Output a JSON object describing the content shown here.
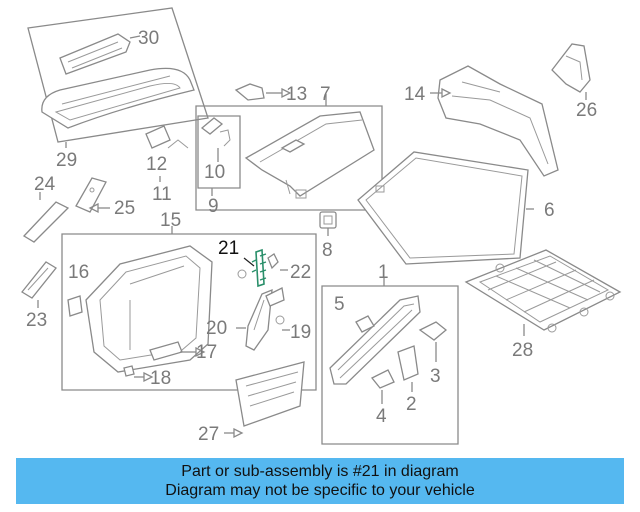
{
  "callouts": {
    "c1": "1",
    "c2": "2",
    "c3": "3",
    "c4": "4",
    "c5": "5",
    "c6": "6",
    "c7": "7",
    "c8": "8",
    "c9": "9",
    "c10": "10",
    "c11": "11",
    "c12": "12",
    "c13": "13",
    "c14": "14",
    "c15": "15",
    "c16": "16",
    "c17": "17",
    "c18": "18",
    "c19": "19",
    "c20": "20",
    "c21": "21",
    "c22": "22",
    "c23": "23",
    "c24": "24",
    "c25": "25",
    "c26": "26",
    "c27": "27",
    "c28": "28",
    "c29": "29",
    "c30": "30"
  },
  "highlight": {
    "part_number": "21",
    "color": "#2a8f6a"
  },
  "banner": {
    "line1": "Part or sub-assembly is #21 in diagram",
    "line2": "Diagram may not be specific to your vehicle",
    "background": "#55b8f0"
  }
}
